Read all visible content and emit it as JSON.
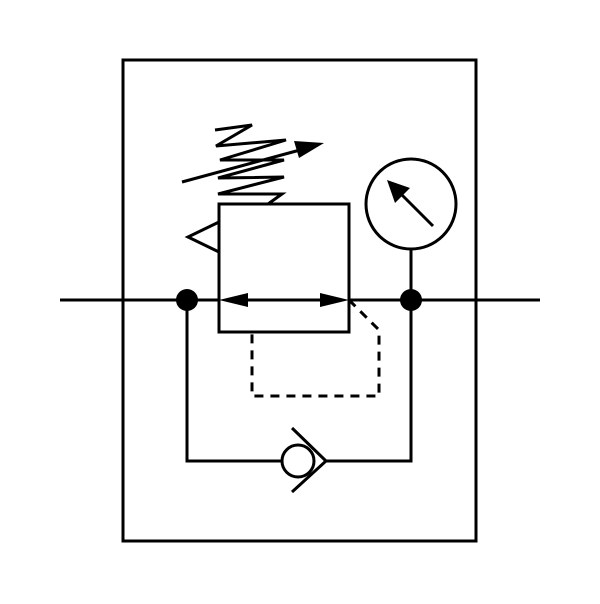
{
  "colors": {
    "background": "#ffffff",
    "line": "#000000"
  },
  "symbol": {
    "components": [
      "housing-frame",
      "adjustable-spring",
      "regulator-valve-envelope",
      "flow-arrow",
      "pressure-gauge",
      "pilot-line",
      "check-valve",
      "junction-dot"
    ]
  }
}
